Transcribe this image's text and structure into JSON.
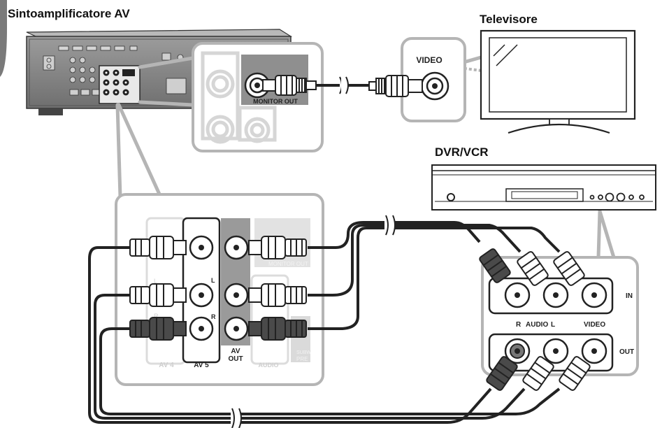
{
  "titles": {
    "receiver": "Sintoamplificatore AV",
    "tv": "Televisore",
    "dvr": "DVR/VCR"
  },
  "receiver_panel": {
    "monitor_out": "MONITOR OUT",
    "monitor_out_faded": "MONITOR OUT",
    "av4": "AV 4",
    "av5": "AV 5",
    "av_out_line1": "AV",
    "av_out_line2": "OUT",
    "audio": "AUDIO",
    "left_marker": "L",
    "right_marker": "R",
    "subwoofer_faded": "SUBW",
    "pre_faded": "PRE"
  },
  "tv_panel": {
    "video": "VIDEO"
  },
  "dvr_panel": {
    "in": "IN",
    "out": "OUT",
    "r": "R",
    "audio": "AUDIO",
    "l": "L",
    "video": "VIDEO"
  },
  "colors": {
    "line": "#222222",
    "callout": "#b5b5b5",
    "receiver_body": "#8a8a8a",
    "plug_white": "#ffffff",
    "plug_dark": "#4a4a4a",
    "av_out_strip": "#9a9a9a"
  }
}
